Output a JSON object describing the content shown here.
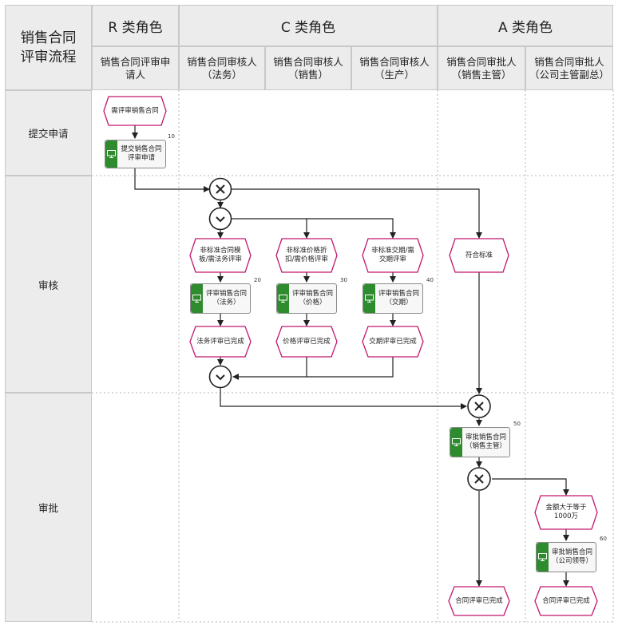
{
  "title": "销售合同评审流程",
  "groups": {
    "r": "R 类角色",
    "c": "C 类角色",
    "a": "A 类角色"
  },
  "columns": [
    "销售合同评审申请人",
    "销售合同审核人（法务）",
    "销售合同审核人（销售）",
    "销售合同审核人（生产）",
    "销售合同审批人（销售主管）",
    "销售合同审批人（公司主管副总）"
  ],
  "lanes": {
    "submit": "提交申请",
    "review": "审核",
    "approve": "审批"
  },
  "events": {
    "need_review": "需评审销售合同",
    "legal_need": "非标准合同模板/需法务评审",
    "price_need": "非标准价格折扣/需价格评审",
    "delivery_need": "非标准交期/需交期评审",
    "meets_standard": "符合标准",
    "legal_done": "法务评审已完成",
    "price_done": "价格评审已完成",
    "delivery_done": "交期评审已完成",
    "amount_ge": "金额大于等于 1000万",
    "contract_done_1": "合同评审已完成",
    "contract_done_2": "合同评审已完成"
  },
  "functions": {
    "submit": {
      "label": "提交销售合同评审申请",
      "num": "10"
    },
    "legal": {
      "label": "评审销售合同（法务）",
      "num": "20"
    },
    "price": {
      "label": "评审销售合同（价格）",
      "num": "30"
    },
    "delivery": {
      "label": "评审销售合同（交期）",
      "num": "40"
    },
    "approve_mgr": {
      "label": "审批销售合同（销售主管）",
      "num": "50"
    },
    "approve_vp": {
      "label": "审批销售合同（公司领导）",
      "num": "60"
    }
  },
  "colors": {
    "event_border": "#c0186c",
    "system_green": "#2e8b2e",
    "header_bg": "#ececec",
    "line": "#222222"
  },
  "icons": {
    "connector_xor": "x-connector-icon",
    "connector_and": "and-connector-icon",
    "system": "monitor-icon"
  }
}
